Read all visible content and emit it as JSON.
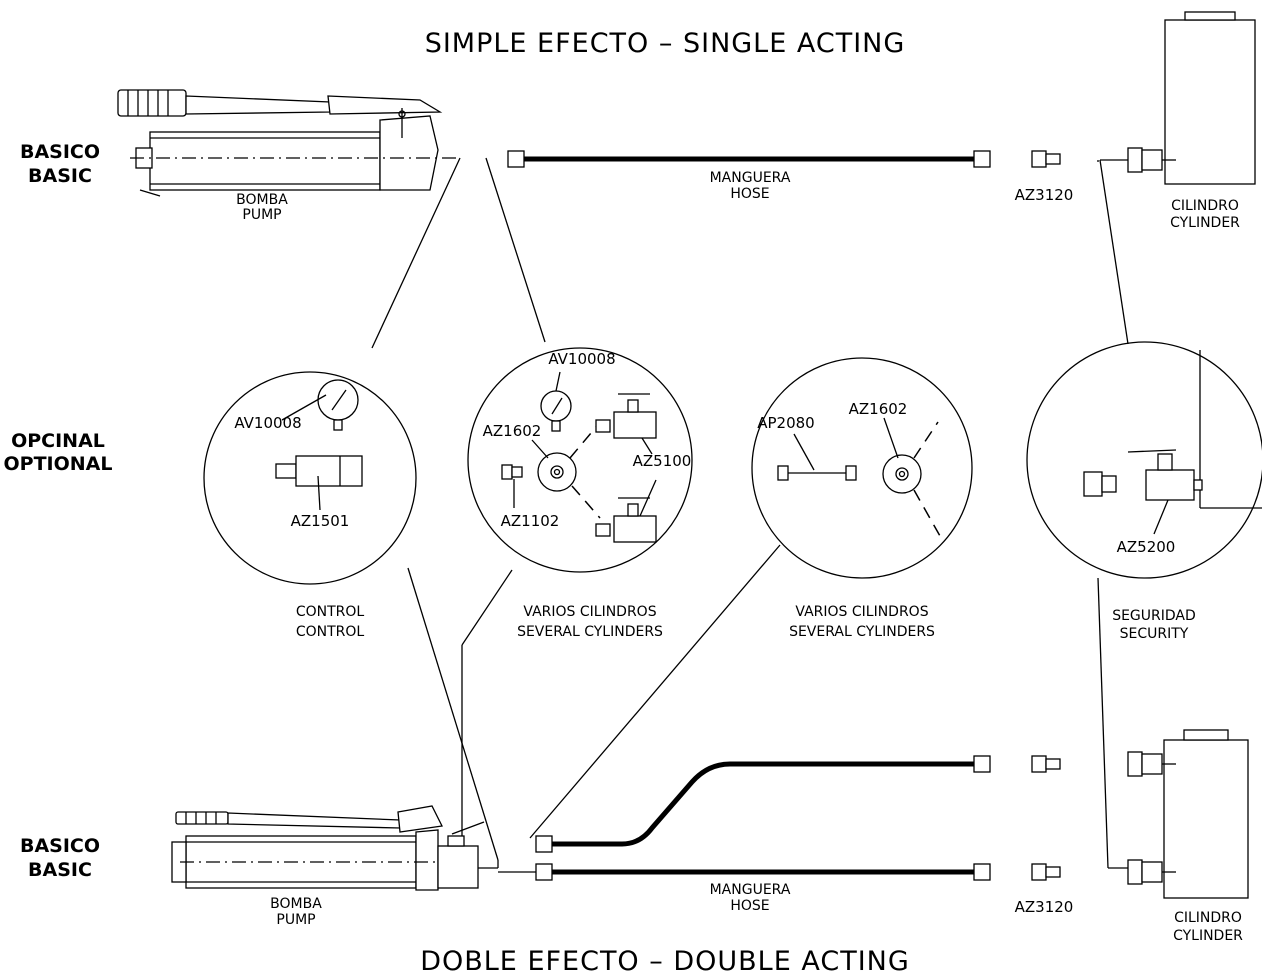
{
  "titles": {
    "top": "SIMPLE EFECTO  –  SINGLE ACTING",
    "bottom": "DOBLE EFECTO  –  DOUBLE ACTING"
  },
  "rows": {
    "top": {
      "es": "BASICO",
      "en": "BASIC"
    },
    "middle": {
      "es": "OPCINAL",
      "en": "OPTIONAL"
    },
    "bottom": {
      "es": "BASICO",
      "en": "BASIC"
    }
  },
  "components": {
    "pump_top": {
      "es": "BOMBA",
      "en": "PUMP"
    },
    "hose_top": {
      "es": "MANGUERA",
      "en": "HOSE"
    },
    "cylinder_top": {
      "es": "CILINDRO",
      "en": "CYLINDER"
    },
    "pump_bottom": {
      "es": "BOMBA",
      "en": "PUMP"
    },
    "hose_bottom": {
      "es": "MANGUERA",
      "en": "HOSE"
    },
    "cylinder_bottom": {
      "es": "CILINDRO",
      "en": "CYLINDER"
    }
  },
  "circles": {
    "control": {
      "es": "CONTROL",
      "en": "CONTROL"
    },
    "manifold": {
      "es": "VARIOS  CILINDROS",
      "en": "SEVERAL  CYLINDERS"
    },
    "tee": {
      "es": "VARIOS  CILINDROS",
      "en": "SEVERAL  CYLINDERS"
    },
    "security": {
      "es": "SEGURIDAD",
      "en": "SECURITY"
    }
  },
  "codes": {
    "az3120": "AZ3120",
    "av10008": "AV10008",
    "az1501": "AZ1501",
    "az1602": "AZ1602",
    "az5100": "AZ5100",
    "az1102": "AZ1102",
    "ap2080": "AP2080",
    "az5200": "AZ5200"
  }
}
